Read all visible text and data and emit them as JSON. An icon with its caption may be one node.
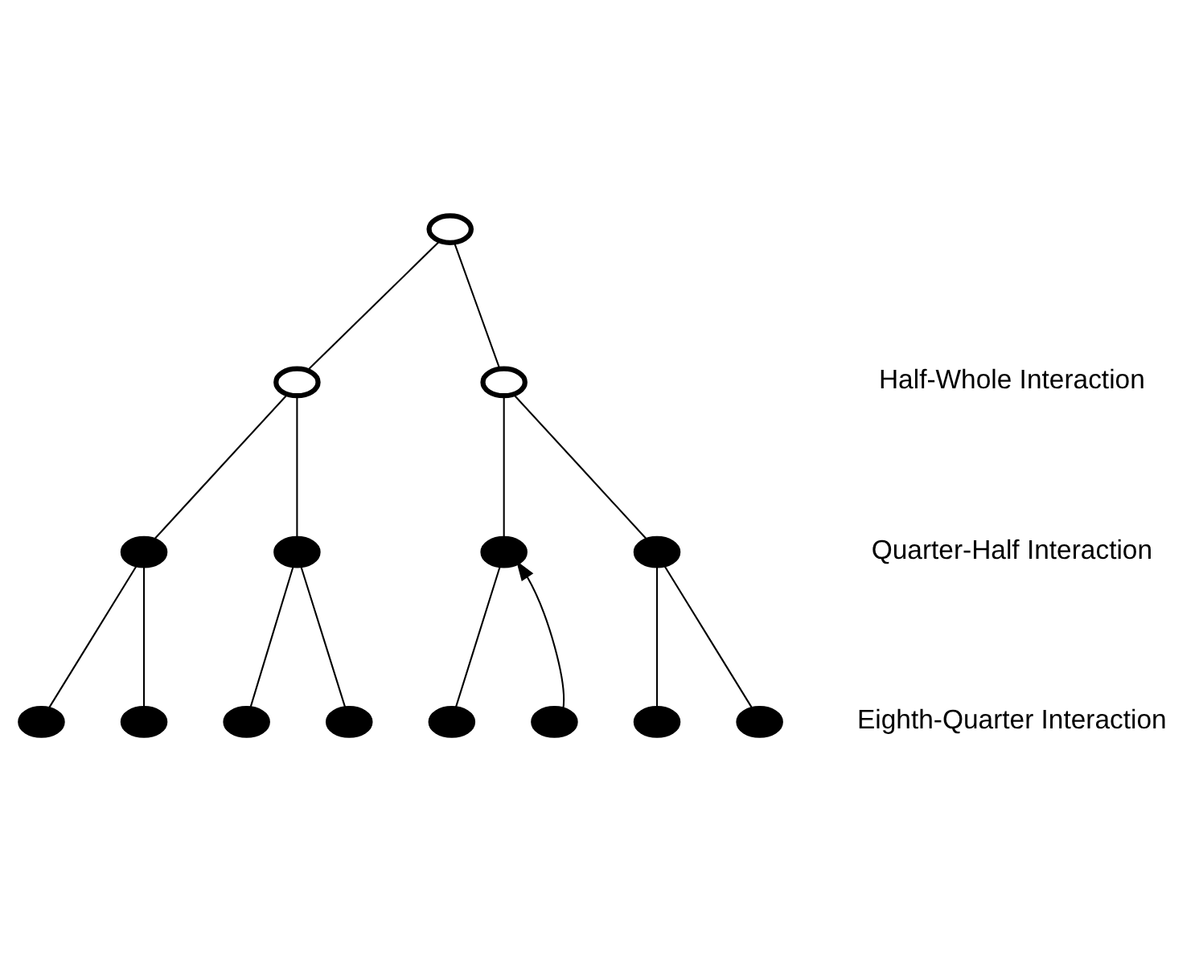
{
  "diagram": {
    "nodes": [
      {
        "text": [],
        "shape": "note"
      },
      {
        "text": [],
        "shape": "note"
      },
      {
        "text": [],
        "shape": "note"
      },
      {
        "text": [],
        "shape": "note"
      },
      {
        "text": [],
        "shape": "note"
      },
      {
        "text": [],
        "shape": "note"
      },
      {
        "text": [],
        "shape": "note"
      },
      {
        "text": [],
        "shape": "note"
      },
      {
        "text": [],
        "shape": "note"
      },
      {
        "text": [],
        "shape": "note"
      },
      {
        "text": [],
        "shape": "note"
      },
      {
        "text": [],
        "shape": "note"
      },
      {
        "text": [],
        "shape": "note"
      },
      {
        "text": [],
        "shape": "note"
      },
      {
        "text": [],
        "shape": "note"
      }
    ],
    "edges": [
      {
        "from": 0,
        "to": 1,
        "arrow": "none"
      },
      {
        "from": 0,
        "to": 2,
        "arrow": "none"
      },
      {
        "from": 1,
        "to": 3,
        "arrow": "none"
      },
      {
        "from": 1,
        "to": 4,
        "arrow": "none"
      },
      {
        "from": 2,
        "to": 5,
        "arrow": "none"
      },
      {
        "from": 2,
        "to": 6,
        "arrow": "none"
      },
      {
        "from": 3,
        "to": 7,
        "arrow": "none"
      },
      {
        "from": 3,
        "to": 8,
        "arrow": "none"
      },
      {
        "from": 4,
        "to": 9,
        "arrow": "none"
      },
      {
        "from": 4,
        "to": 10,
        "arrow": "none"
      },
      {
        "from": 5,
        "to": 11,
        "arrow": "none"
      },
      {
        "from": 12,
        "to": 5,
        "arrow": "to"
      },
      {
        "from": 6,
        "to": 13,
        "arrow": "none"
      },
      {
        "from": 6,
        "to": 14,
        "arrow": "none"
      }
    ],
    "labels": [
      "Half-Whole Interaction",
      "Quarter-Half Interaction",
      "Eighth-Quarter Interaction"
    ]
  }
}
